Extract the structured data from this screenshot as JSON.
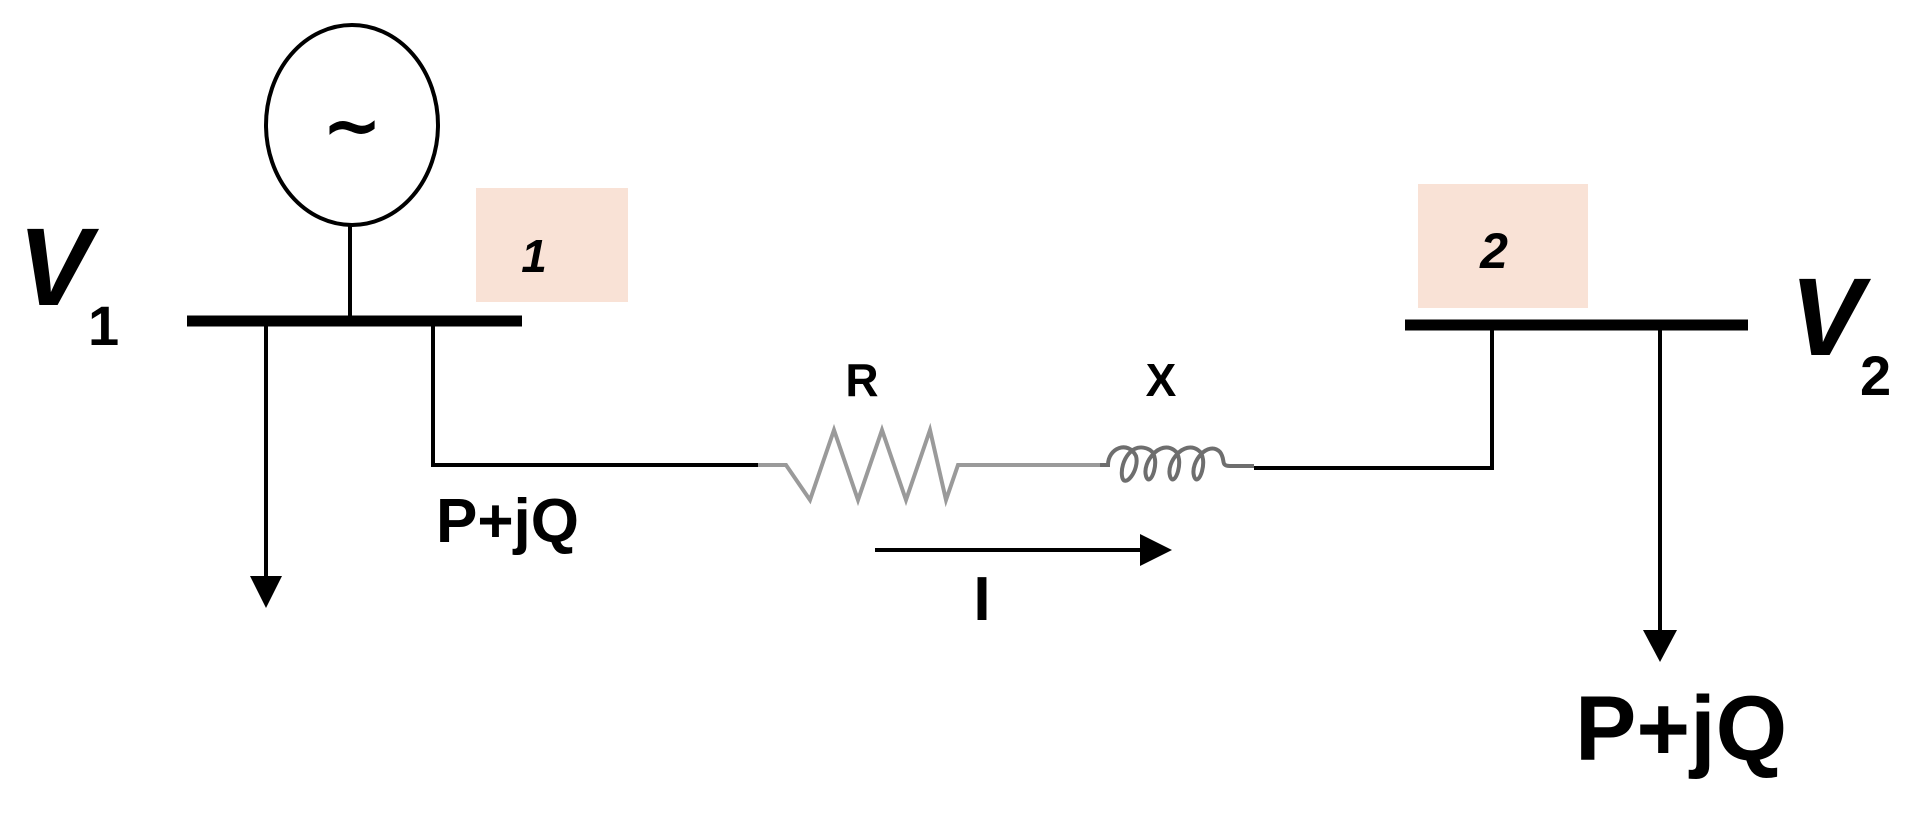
{
  "bus1": {
    "voltage_symbol": "V",
    "voltage_subscript": "1",
    "bus_number": "1",
    "box_color": "#f9e2d6"
  },
  "bus2": {
    "voltage_symbol": "V",
    "voltage_subscript": "2",
    "bus_number": "2",
    "box_color": "#f9e2d6"
  },
  "generator": {
    "symbol": "~",
    "icon": "ac-generator-icon"
  },
  "line": {
    "resistance_label": "R",
    "reactance_label": "X",
    "current_label": "I",
    "power_flow_label": "P+jQ",
    "resistor_icon": "resistor-icon",
    "inductor_icon": "inductor-icon"
  },
  "load": {
    "power_label": "P+jQ",
    "icon": "load-arrow-icon"
  },
  "colors": {
    "line": "#000000",
    "component": "#9a9a9a",
    "label_box": "#f9e2d6"
  }
}
